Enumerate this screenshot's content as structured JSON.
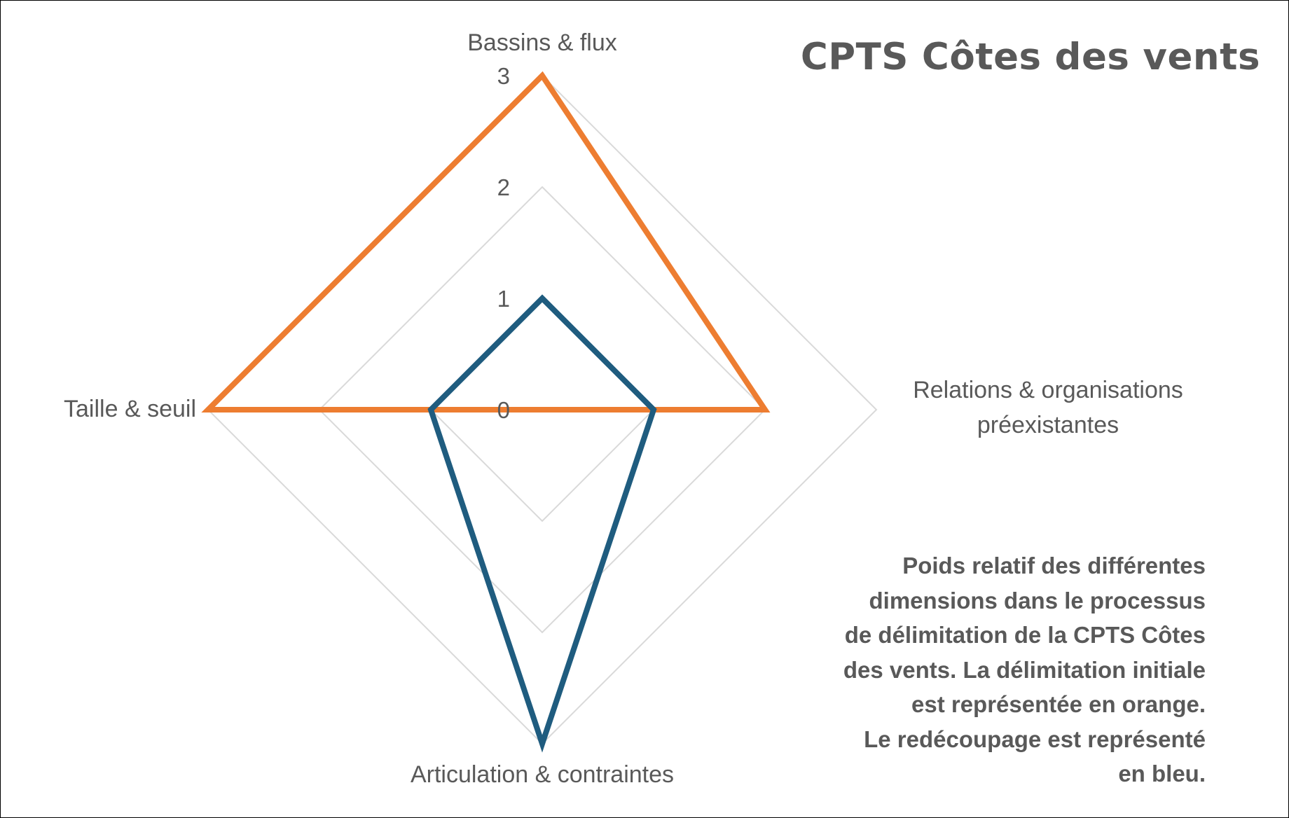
{
  "chart_data": {
    "type": "radar",
    "title": "CPTS Côtes des vents",
    "axes": [
      [
        "Bassins & flux"
      ],
      [
        "Relations & organisations",
        "préexistantes"
      ],
      [
        "Articulation & contraintes"
      ],
      [
        "Taille & seuil"
      ]
    ],
    "ticks": [
      "0",
      "1",
      "2",
      "3"
    ],
    "range": [
      0,
      3
    ],
    "series": [
      {
        "values": [
          3,
          2,
          0,
          3
        ],
        "color": "#ED7D31"
      },
      {
        "values": [
          1,
          1,
          3,
          1
        ],
        "color": "#1F5C7F"
      }
    ],
    "gridlines": true,
    "grid_color": "#D9D9D9",
    "legend": "none"
  },
  "caption_lines": [
    "Poids relatif des différentes",
    "dimensions dans le processus",
    "de délimitation de la CPTS Côtes",
    "des vents. La délimitation initiale",
    "est représentée en orange. ",
    "Le redécoupage est représenté",
    "en bleu."
  ]
}
